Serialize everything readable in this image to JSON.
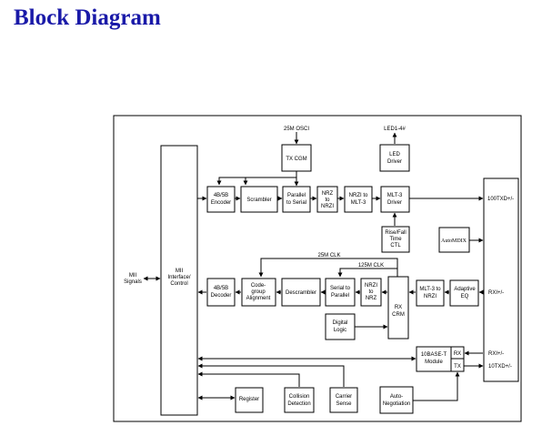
{
  "page": {
    "title": "Block Diagram"
  },
  "blocks": {
    "mii_interface": [
      "MII",
      "Interface/",
      "Control"
    ],
    "mii_signals": [
      "MII",
      "Signals"
    ],
    "osc_25m": "25M OSCI",
    "tx_cgm": "TX CGM",
    "led": "LED1-4#",
    "led_driver": [
      "LED",
      "Driver"
    ],
    "enc_4b5b": [
      "4B/5B",
      "Encoder"
    ],
    "scrambler": "Scrambler",
    "par_to_ser": [
      "Parallel",
      "to Serial"
    ],
    "nrz_to_nrzi": [
      "NRZ",
      "to",
      "NRZI"
    ],
    "nrzi_to_mlt3": [
      "NRZI to",
      "MLT-3"
    ],
    "mlt3_driver": [
      "MLT-3",
      "Driver"
    ],
    "rise_fall": [
      "Rise/Fall",
      "Time",
      "CTL"
    ],
    "automdix": "AutoMDIX",
    "clk_25m": "25M CLK",
    "clk_125m": "125M CLK",
    "dec_4b5b": [
      "4B/5B",
      "Decoder"
    ],
    "code_group": [
      "Code-",
      "group",
      "Alignment"
    ],
    "descrambler": "Descrambler",
    "ser_to_par": [
      "Serial to",
      "Parallel"
    ],
    "nrzi_to_nrz": [
      "NRZI",
      "to",
      "NRZ"
    ],
    "rx_crm": [
      "RX",
      "CRM"
    ],
    "mlt3_to_nrzi": [
      "MLT-3 to",
      "NRZI"
    ],
    "adaptive_eq": [
      "Adaptive",
      "EQ"
    ],
    "digital_logic": [
      "Digital",
      "Logic"
    ],
    "tenbaset": [
      "10BASE-T",
      "Module"
    ],
    "tenbaset_rx": "RX",
    "tenbaset_tx": "TX",
    "register": "Register",
    "collision": [
      "Collision",
      "Detection"
    ],
    "carrier": [
      "Carrier",
      "Sense"
    ],
    "autoneg": [
      "Auto-",
      "Negotiation"
    ]
  },
  "ports": {
    "txd_100": "100TXD+/-",
    "rxi_1": "RXI+/-",
    "rxi_2": "RXI+/-",
    "txd_10": "10TXD+/-"
  }
}
